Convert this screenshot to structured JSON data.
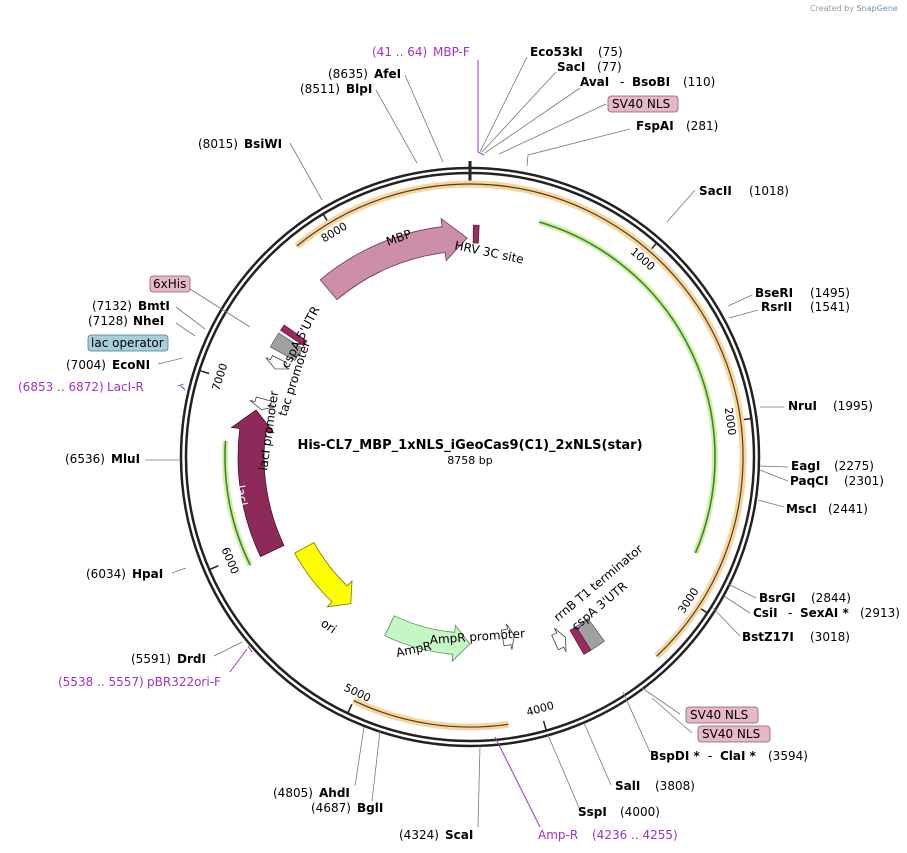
{
  "credit": {
    "text": "Created by",
    "brand": "SnapGene"
  },
  "plasmid": {
    "name": "His-CL7_MBP_1xNLS_iGeoCas9(C1)_2xNLS(star)",
    "length_label": "8758 bp",
    "length": 8758
  },
  "ticks": [
    {
      "pos": 1000,
      "label": "1000"
    },
    {
      "pos": 2000,
      "label": "2000"
    },
    {
      "pos": 3000,
      "label": "3000"
    },
    {
      "pos": 4000,
      "label": "4000"
    },
    {
      "pos": 5000,
      "label": "5000"
    },
    {
      "pos": 6000,
      "label": "6000"
    },
    {
      "pos": 7000,
      "label": "7000"
    },
    {
      "pos": 8000,
      "label": "8000"
    }
  ],
  "sites": [
    {
      "name": "Eco53kI",
      "pos_label": "(75)",
      "bp": 75
    },
    {
      "name": "SacI",
      "pos_label": "(77)",
      "bp": 77
    },
    {
      "name": "AvaI",
      "name2": "BsoBI",
      "pos_label": "(110)",
      "bp": 110
    },
    {
      "name": "FspAI",
      "pos_label": "(281)",
      "bp": 281
    },
    {
      "name": "SacII",
      "pos_label": "(1018)",
      "bp": 1018
    },
    {
      "name": "BseRI",
      "pos_label": "(1495)",
      "bp": 1495
    },
    {
      "name": "RsrII",
      "pos_label": "(1541)",
      "bp": 1541
    },
    {
      "name": "NruI",
      "pos_label": "(1995)",
      "bp": 1995
    },
    {
      "name": "EagI",
      "pos_label": "(2275)",
      "bp": 2275
    },
    {
      "name": "PaqCI",
      "pos_label": "(2301)",
      "bp": 2301
    },
    {
      "name": "MscI",
      "pos_label": "(2441)",
      "bp": 2441
    },
    {
      "name": "BsrGI",
      "pos_label": "(2844)",
      "bp": 2844
    },
    {
      "name": "CsiI",
      "name2": "SexAI *",
      "pos_label": "(2913)",
      "bp": 2913
    },
    {
      "name": "BstZ17I",
      "pos_label": "(3018)",
      "bp": 3018
    },
    {
      "name": "BspDI *",
      "name2": "ClaI *",
      "pos_label": "(3594)",
      "bp": 3594
    },
    {
      "name": "SalI",
      "pos_label": "(3808)",
      "bp": 3808
    },
    {
      "name": "SspI",
      "pos_label": "(4000)",
      "bp": 4000
    },
    {
      "name": "ScaI",
      "pos_label": "(4324)",
      "bp": 4324
    },
    {
      "name": "BglI",
      "pos_label": "(4687)",
      "bp": 4687
    },
    {
      "name": "AhdI",
      "pos_label": "(4805)",
      "bp": 4805
    },
    {
      "name": "DrdI",
      "pos_label": "(5591)",
      "bp": 5591
    },
    {
      "name": "HpaI",
      "pos_label": "(6034)",
      "bp": 6034
    },
    {
      "name": "MluI",
      "pos_label": "(6536)",
      "bp": 6536
    },
    {
      "name": "EcoNI",
      "pos_label": "(7004)",
      "bp": 7004
    },
    {
      "name": "NheI",
      "pos_label": "(7128)",
      "bp": 7128
    },
    {
      "name": "BmtI",
      "pos_label": "(7132)",
      "bp": 7132
    },
    {
      "name": "BsiWI",
      "pos_label": "(8015)",
      "bp": 8015
    },
    {
      "name": "BlpI",
      "pos_label": "(8511)",
      "bp": 8511
    },
    {
      "name": "AfeI",
      "pos_label": "(8635)",
      "bp": 8635
    }
  ],
  "primers": [
    {
      "name": "MBP-F",
      "range": "(41 .. 64)"
    },
    {
      "name": "LacI-R",
      "range": "(6853 .. 6872)"
    },
    {
      "name": "pBR322ori-F",
      "range": "(5538 .. 5557)"
    },
    {
      "name": "Amp-R",
      "range": "(4236 .. 4255)"
    }
  ],
  "boxed": [
    {
      "name": "SV40 NLS",
      "color": "#e6b8c8"
    },
    {
      "name": "6xHis",
      "color": "#e6b8c8"
    },
    {
      "name": "lac operator",
      "color": "#a8cfd8"
    },
    {
      "name": "SV40 NLS",
      "color": "#e6b8c8"
    },
    {
      "name": "SV40 NLS",
      "color": "#e6b8c8"
    }
  ],
  "features": [
    {
      "name": "MBP",
      "color": "#cc8ea8"
    },
    {
      "name": "HRV 3C site",
      "color": "#9b2a5e"
    },
    {
      "name": "lacI",
      "color": "#8e2a5a"
    },
    {
      "name": "ori",
      "color": "#ffff00"
    },
    {
      "name": "AmpR",
      "color": "#c4f7c4"
    },
    {
      "name": "AmpR promoter",
      "color": "#ffffff"
    },
    {
      "name": "cspA 5'UTR",
      "color": "#a0a0a0"
    },
    {
      "name": "tac promoter",
      "color": "#ffffff"
    },
    {
      "name": "lacI promoter",
      "color": "#ffffff"
    },
    {
      "name": "rrnB T1 terminator",
      "color": "#a0a0a0"
    },
    {
      "name": "cspA 3'UTR",
      "color": "#a0a0a0"
    }
  ],
  "colors": {
    "orf_arc": "#f0a830",
    "green_arc": "#4a9c1a",
    "primer": "#a031c8",
    "backbone": "#222222"
  }
}
